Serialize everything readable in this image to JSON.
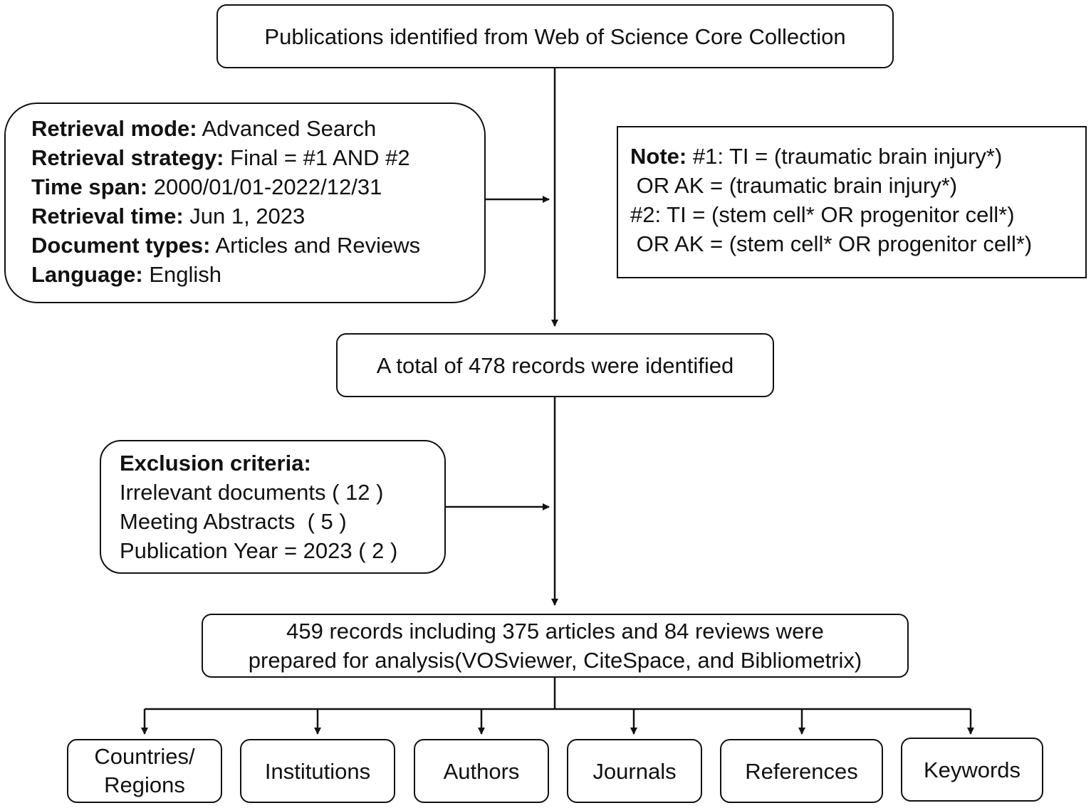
{
  "source_box": {
    "text": "Publications identified from Web of Science Core Collection"
  },
  "retrieval_box": {
    "rows": [
      {
        "label": "Retrieval mode:",
        "value": " Advanced Search"
      },
      {
        "label": "Retrieval strategy:",
        "value": " Final = #1 AND #2"
      },
      {
        "label": "Time span:",
        "value": " 2000/01/01-2022/12/31"
      },
      {
        "label": "Retrieval time:",
        "value": " Jun 1, 2023"
      },
      {
        "label": "Document types:",
        "value": " Articles and Reviews"
      },
      {
        "label": "Language:",
        "value": " English"
      }
    ]
  },
  "note_box": {
    "label": "Note:",
    "line1": " #1: TI = (traumatic brain injury*)",
    "line2": " OR AK = (traumatic brain injury*)",
    "line3": "#2: TI = (stem cell* OR progenitor cell*)",
    "line4": " OR AK = (stem cell* OR progenitor cell*)"
  },
  "identified_box": {
    "text": "A total of 478 records were identified"
  },
  "exclusion_box": {
    "title": "Exclusion criteria:",
    "items": [
      "Irrelevant documents ( 12 )",
      "Meeting Abstracts  ( 5 )",
      "Publication Year = 2023 ( 2 )"
    ]
  },
  "final_box": {
    "line1": "459 records including 375 articles and 84 reviews were",
    "line2": "prepared for analysis(VOSviewer, CiteSpace, and Bibliometrix)"
  },
  "outputs": {
    "countries_line1": "Countries/",
    "countries_line2": "Regions",
    "institutions": "Institutions",
    "authors": "Authors",
    "journals": "Journals",
    "references": "References",
    "keywords": "Keywords"
  },
  "colors": {
    "stroke": "#111111",
    "background": "#ffffff"
  }
}
